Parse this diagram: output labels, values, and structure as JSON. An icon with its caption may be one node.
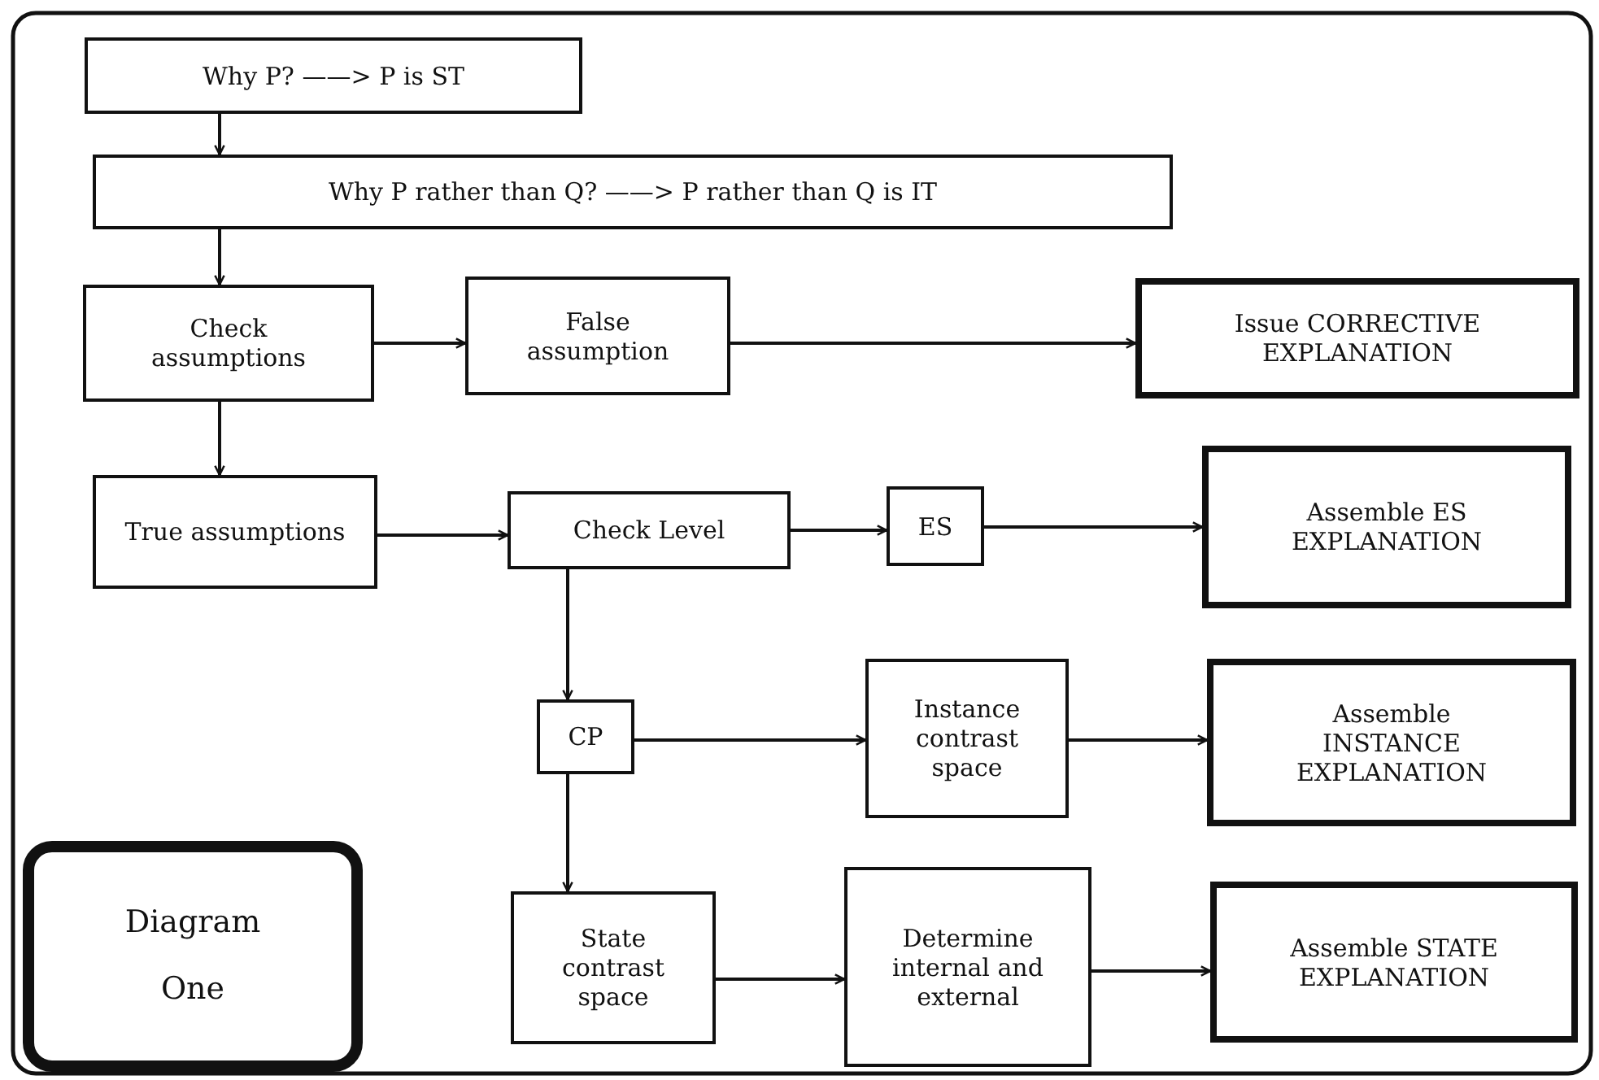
{
  "diagram": {
    "nodes": [
      {
        "text": [
          "Why P? ——> P is ST"
        ]
      },
      {
        "text": [
          "Why P rather than Q? ——> P rather than Q is IT"
        ]
      },
      {
        "text": [
          "Check assumptions"
        ]
      },
      {
        "text": [
          "False assumption"
        ]
      },
      {
        "text": [
          "Issue CORRECTIVE EXPLANATION"
        ]
      },
      {
        "text": [
          "True assumptions"
        ]
      },
      {
        "text": [
          "Check Level"
        ]
      },
      {
        "text": [
          "ES"
        ]
      },
      {
        "text": [
          "Assemble ES EXPLANATION"
        ]
      },
      {
        "text": [
          "CP"
        ]
      },
      {
        "text": [
          "Instance contrast space"
        ]
      },
      {
        "text": [
          "Assemble INSTANCE EXPLANATION"
        ]
      },
      {
        "text": [
          "State contrast space"
        ]
      },
      {
        "text": [
          "Determine internal and external"
        ]
      },
      {
        "text": [
          "Assemble STATE EXPLANATION"
        ]
      },
      {
        "text": [
          "Diagram",
          "One"
        ]
      }
    ],
    "edges": [
      {
        "from": 0,
        "to": 1,
        "arrow": "to"
      },
      {
        "from": 1,
        "to": 2,
        "arrow": "to"
      },
      {
        "from": 2,
        "to": 3,
        "arrow": "to"
      },
      {
        "from": 3,
        "to": 4,
        "arrow": "to"
      },
      {
        "from": 2,
        "to": 5,
        "arrow": "to"
      },
      {
        "from": 5,
        "to": 6,
        "arrow": "to"
      },
      {
        "from": 6,
        "to": 7,
        "arrow": "to"
      },
      {
        "from": 7,
        "to": 8,
        "arrow": "to"
      },
      {
        "from": 6,
        "to": 9,
        "arrow": "to"
      },
      {
        "from": 9,
        "to": 10,
        "arrow": "to"
      },
      {
        "from": 10,
        "to": 11,
        "arrow": "to"
      },
      {
        "from": 9,
        "to": 12,
        "arrow": "to"
      },
      {
        "from": 12,
        "to": 13,
        "arrow": "to"
      },
      {
        "from": 13,
        "to": 14,
        "arrow": "to"
      }
    ]
  }
}
